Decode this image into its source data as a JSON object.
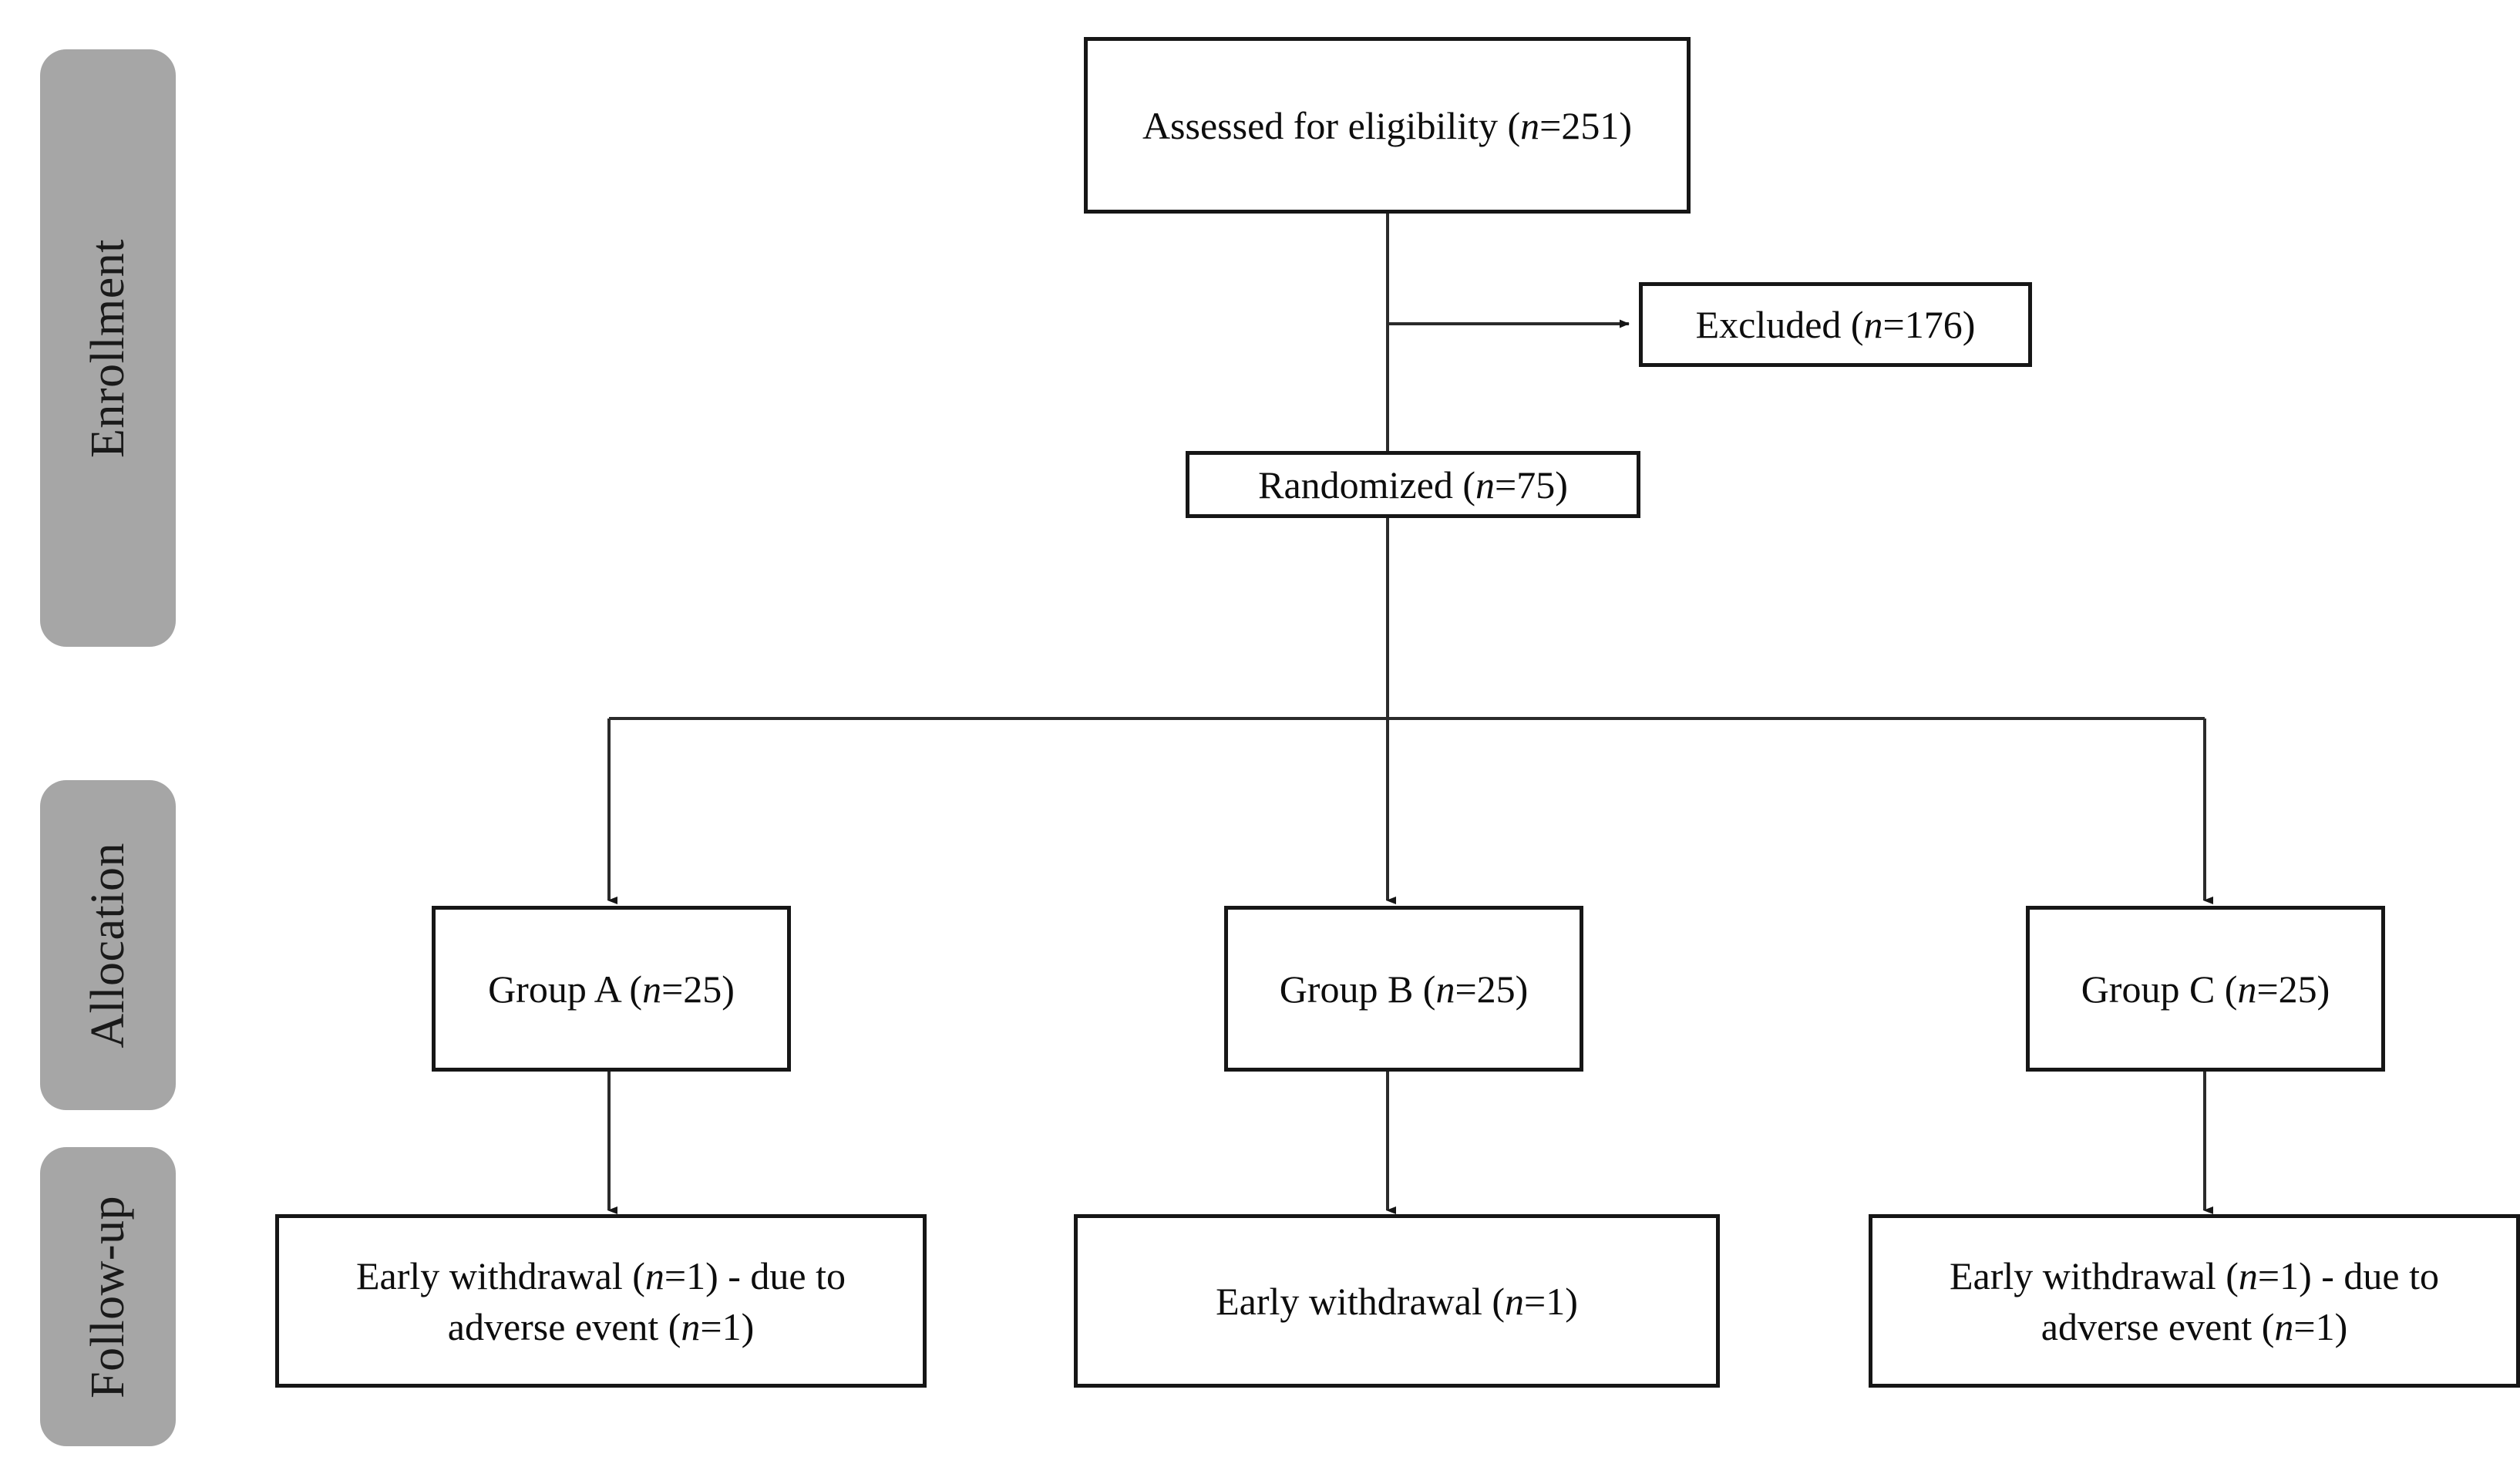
{
  "figure": {
    "type": "consort-flow-diagram",
    "title": "CONSORT participant flow diagram",
    "background_color": "#ffffff",
    "box_border_color": "#161616",
    "stage_band_color": "#a6a6a6",
    "connector_color": "#2b2b2b",
    "text_color": "#0d0d0d"
  },
  "stages": [
    {
      "id": "enrollment",
      "label": "Enrollment"
    },
    {
      "id": "allocation",
      "label": "Allocation"
    },
    {
      "id": "followup",
      "label": "Follow-up"
    }
  ],
  "nodes": {
    "assessed": {
      "id": "assessed",
      "stage": "enrollment",
      "lines": [
        {
          "text": "Assessed for eligibility (",
          "italic": false
        },
        {
          "text": "n",
          "italic": true
        },
        {
          "text": "=251)",
          "italic": true
        }
      ],
      "plain_text": "Assessed for eligibility (n=251)",
      "label": "Assessed for eligibility",
      "n": 251
    },
    "excluded": {
      "id": "excluded",
      "stage": "enrollment",
      "plain_text": "Excluded (n=176)",
      "label": "Excluded",
      "n": 176
    },
    "randomized": {
      "id": "randomized",
      "stage": "enrollment",
      "plain_text": "Randomized (n=75)",
      "label": "Randomized",
      "n": 75
    },
    "group_a": {
      "id": "group_a",
      "stage": "allocation",
      "plain_text": "Group A (n=25)",
      "label": "Group A",
      "n": 25
    },
    "group_b": {
      "id": "group_b",
      "stage": "allocation",
      "plain_text": "Group B (n=25)",
      "label": "Group B",
      "n": 25
    },
    "group_c": {
      "id": "group_c",
      "stage": "allocation",
      "plain_text": "Group C (n=25)",
      "label": "Group C",
      "n": 25
    },
    "withdrawal_a": {
      "id": "withdrawal_a",
      "stage": "followup",
      "plain_text": "Early withdrawal (n=1) - due to adverse event (n=1)",
      "label": "Early withdrawal",
      "n": 1,
      "reason": "due to adverse event",
      "reason_n": 1
    },
    "withdrawal_b": {
      "id": "withdrawal_b",
      "stage": "followup",
      "plain_text": "Early withdrawal (n=1)",
      "label": "Early withdrawal",
      "n": 1
    },
    "withdrawal_c": {
      "id": "withdrawal_c",
      "stage": "followup",
      "plain_text": "Early withdrawal (n=1) - due to adverse event (n=1)",
      "label": "Early withdrawal",
      "n": 1,
      "reason": "due to adverse event",
      "reason_n": 1
    }
  },
  "edges": [
    {
      "from": "assessed",
      "to": "excluded",
      "style": "elbow-right-arrow"
    },
    {
      "from": "assessed",
      "to": "randomized",
      "style": "straight"
    },
    {
      "from": "randomized",
      "to": "group_a",
      "style": "split-branch-arrow"
    },
    {
      "from": "randomized",
      "to": "group_b",
      "style": "split-branch-arrow"
    },
    {
      "from": "randomized",
      "to": "group_c",
      "style": "split-branch-arrow"
    },
    {
      "from": "group_a",
      "to": "withdrawal_a",
      "style": "straight-arrow"
    },
    {
      "from": "group_b",
      "to": "withdrawal_b",
      "style": "straight-arrow"
    },
    {
      "from": "group_c",
      "to": "withdrawal_c",
      "style": "straight-arrow"
    }
  ]
}
